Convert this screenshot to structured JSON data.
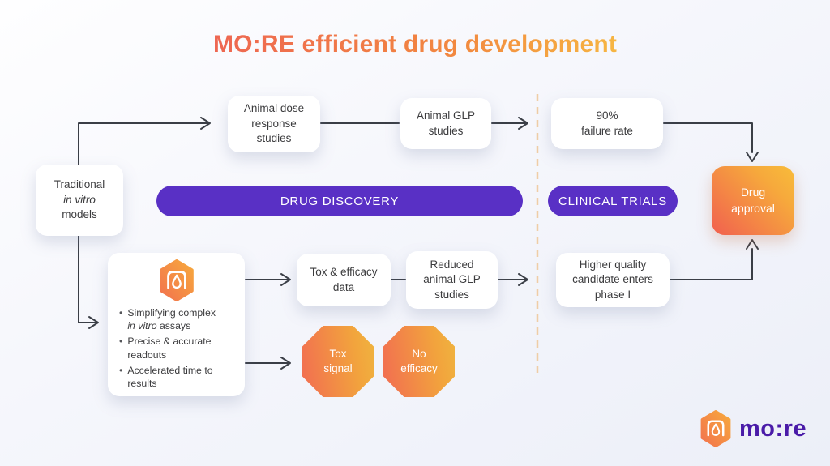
{
  "title": "MO:RE efficient drug development",
  "banners": {
    "drug_discovery": "DRUG DISCOVERY",
    "clinical_trials": "CLINICAL TRIALS"
  },
  "nodes": {
    "traditional_models": {
      "lines": [
        "Traditional",
        "in vitro",
        "models"
      ]
    },
    "animal_dose": {
      "lines": [
        "Animal dose",
        "response",
        "studies"
      ]
    },
    "animal_glp": {
      "lines": [
        "Animal GLP",
        "studies"
      ]
    },
    "failure_rate": {
      "lines": [
        "90%",
        "failure rate"
      ]
    },
    "drug_approval": {
      "lines": [
        "Drug",
        "approval"
      ]
    },
    "tox_efficacy": {
      "lines": [
        "Tox & efficacy",
        "data"
      ]
    },
    "reduced_glp": {
      "lines": [
        "Reduced",
        "animal GLP",
        "studies"
      ]
    },
    "higher_quality": {
      "lines": [
        "Higher quality",
        "candidate enters",
        "phase I"
      ]
    },
    "tox_signal": {
      "lines": [
        "Tox",
        "signal"
      ]
    },
    "no_efficacy": {
      "lines": [
        "No",
        "efficacy"
      ]
    }
  },
  "more_box": {
    "bullet_char": "•",
    "bullets": [
      {
        "line1": "Simplifying complex",
        "line2_italic": "in vitro",
        "line2_rest": " assays"
      },
      {
        "line1": "Precise & accurate",
        "line2": "readouts"
      },
      {
        "line1": "Accelerated time to",
        "line2": "results"
      }
    ]
  },
  "footer": {
    "logo_text": "mo:re"
  },
  "colors": {
    "banner_purple": "#5930C5",
    "accent_coral": "#F1604F",
    "accent_amber": "#F7B63B",
    "divider_tan": "#EFCDA6",
    "wire_dark": "#3A3E46",
    "logo_purple": "#4A1BA8",
    "title_gradient_start": "#ED5E57",
    "title_gradient_end": "#F8C743"
  }
}
